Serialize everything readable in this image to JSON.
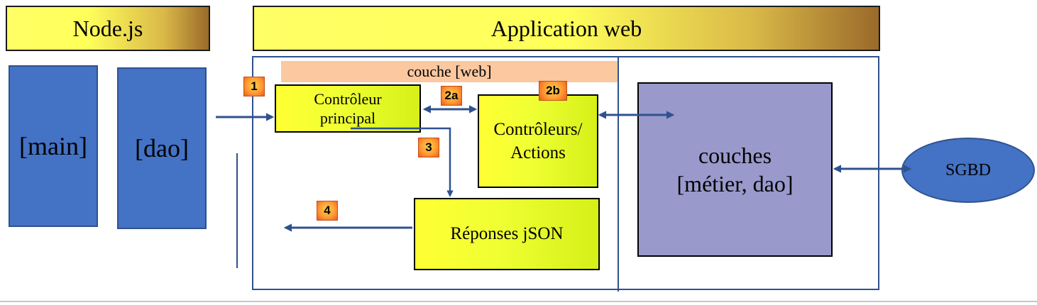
{
  "banners": {
    "nodejs": "Node.js",
    "webapp": "Application web"
  },
  "node_modules": {
    "main": "[main]",
    "dao": "[dao]"
  },
  "web_layer": {
    "label": "couche [web]",
    "main_controller": "Contrôleur principal",
    "controllers": "Contrôleurs/ Actions",
    "responses": "Réponses jSON"
  },
  "business_layer": "couches [métier, dao]",
  "database": "SGBD",
  "steps": {
    "s1": "1",
    "s2a": "2a",
    "s2b": "2b",
    "s3": "3",
    "s4": "4"
  },
  "colors": {
    "blue_box": "#4472c4",
    "frame": "#2f528f",
    "arrow": "#2f528f",
    "business_box": "#9999cc",
    "web_label_bg": "#fbc8a0",
    "banner_yellow": "#ffff66",
    "banner_brown": "#9a6a2a"
  }
}
